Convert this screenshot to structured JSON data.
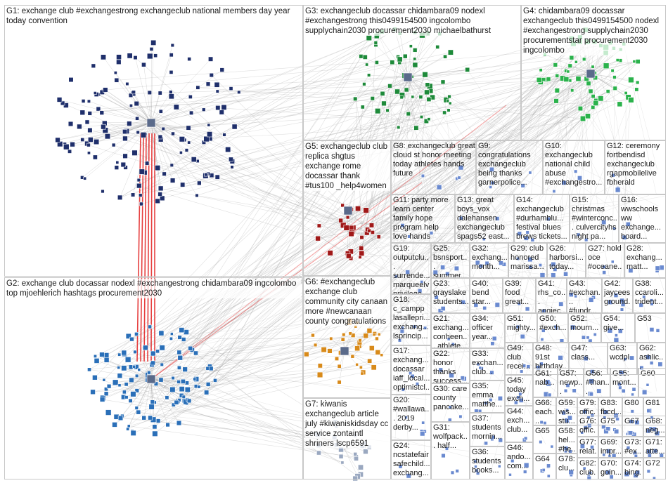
{
  "groups": [
    {
      "id": "G1",
      "label": "G1: exchange club #exchangestrong exchangeclub national members day year today convention"
    },
    {
      "id": "G2",
      "label": "G2: exchange club docassar nodexl #exchangestrong chidambara09 ingcolombo top mjoehlerich hashtags procurement2030"
    },
    {
      "id": "G3",
      "label": "G3: exchangeclub docassar chidambara09 nodexl #exchangestrong this0499154500 ingcolombo supplychain2030 procurement2030 michaelbathurst"
    },
    {
      "id": "G4",
      "label": "G4: chidambara09 docassar exchangeclub this0499154500 nodexl #exchangestrong supplychain2030 procurementstar procurement2030 ingcolombo"
    },
    {
      "id": "G5",
      "label": "G5: exchangeclub club replica shgtus exchange rome docassar thank #tus100 _help4women"
    },
    {
      "id": "G6",
      "label": "G6: #exchangeclub exchange club community city canaan more #newcanaan county congratulations"
    },
    {
      "id": "G7",
      "label": "G7: kiwanis exchangeclub article july #kiwaniskidsday cc service zontaintl shriners lscp6591"
    },
    {
      "id": "G8",
      "label": "G8: exchangeclub great cloud st honor meeting today athletes hands future"
    },
    {
      "id": "G9",
      "label": "G9: congratulations exchangeclub being thanks garnerpolice..."
    },
    {
      "id": "G10",
      "label": "G10: exchangeclub national child abuse #exchangestro..."
    },
    {
      "id": "G11",
      "label": "G11: party more learn center family hope program help love hands"
    },
    {
      "id": "G12",
      "label": "G12: ceremony fortbendisd exchangeclub rgapmobilelive fbherald"
    },
    {
      "id": "G13",
      "label": "G13: great boys_vox dalehansen exchangeclub spags52 east..."
    },
    {
      "id": "G14",
      "label": "G14: exchangeclub #durhamblu... festival blues brews tickets..."
    },
    {
      "id": "G15",
      "label": "G15: christmas #winterconc... culvercityhs night pa..."
    },
    {
      "id": "G16",
      "label": "G16: wwschools ww exchange... board..."
    },
    {
      "id": "G17",
      "label": "G17: exchang... docassar iaff_local... optimistcl..."
    },
    {
      "id": "G18",
      "label": "G18: c_campp lasallepri... exchang... lsprincip..."
    },
    {
      "id": "G19",
      "label": "G19: outputclu... surrende... marqueelv privilege..."
    },
    {
      "id": "G20",
      "label": "G20: #wallawa... 2019 derby..."
    },
    {
      "id": "G21",
      "label": "G21: exchang... conheen... athlete..."
    },
    {
      "id": "G22",
      "label": "G22: honor thanks success..."
    },
    {
      "id": "G23",
      "label": "G23: grayslake students..."
    },
    {
      "id": "G24",
      "label": "G24: ncstatefair safechild... exchang..."
    },
    {
      "id": "G25",
      "label": "G25: bsnsport... summer..."
    },
    {
      "id": "G26",
      "label": "G26: harborsi... today..."
    },
    {
      "id": "G27",
      "label": "G27: hold oce #oceane..."
    },
    {
      "id": "G28",
      "label": "G28: exchang... matt..."
    },
    {
      "id": "G29",
      "label": "G29: club honored marissa..."
    },
    {
      "id": "G30",
      "label": "G30: care county pancake..."
    },
    {
      "id": "G31",
      "label": "G31: wolfpack... half..."
    },
    {
      "id": "G32",
      "label": "G32: exchang... month..."
    },
    {
      "id": "G33",
      "label": "G33: exchan... club..."
    },
    {
      "id": "G34",
      "label": "G34: officer year..."
    },
    {
      "id": "G35",
      "label": "G35: emma matthe..."
    },
    {
      "id": "G36",
      "label": "G36: students books..."
    },
    {
      "id": "G37",
      "label": "G37: students mornin..."
    },
    {
      "id": "G38",
      "label": "G38: ccaroli... trident..."
    },
    {
      "id": "G39",
      "label": "G39: food great..."
    },
    {
      "id": "G40",
      "label": "G40: bend star..."
    },
    {
      "id": "G41",
      "label": "G41: rhs_co... angiec..."
    },
    {
      "id": "G42",
      "label": "G42: jaycees ground..."
    },
    {
      "id": "G43",
      "label": "G43: #exchan... #fundr..."
    },
    {
      "id": "G44",
      "label": "G44: exch... club..."
    },
    {
      "id": "G45",
      "label": "G45: today exch..."
    },
    {
      "id": "G46",
      "label": "G46: ando... com..."
    },
    {
      "id": "G47",
      "label": "G47: class..."
    },
    {
      "id": "G48",
      "label": "G48: 91st birthday..."
    },
    {
      "id": "G49",
      "label": "G49: club recei..."
    },
    {
      "id": "G50",
      "label": "G50: #exch..."
    },
    {
      "id": "G51",
      "label": "G51: mighty..."
    },
    {
      "id": "G52",
      "label": "G52: mourn..."
    },
    {
      "id": "G53",
      "label": "G53"
    },
    {
      "id": "G54",
      "label": "G54: give..."
    },
    {
      "id": "G55",
      "label": "G55: mont..."
    },
    {
      "id": "G56",
      "label": "G56: #than..."
    },
    {
      "id": "G57",
      "label": "G57: newp..."
    },
    {
      "id": "G58",
      "label": "G58: hel... #he..."
    },
    {
      "id": "G59",
      "label": "G59: wis... stu..."
    },
    {
      "id": "G60",
      "label": "G60"
    },
    {
      "id": "G61",
      "label": "G61: nab..."
    },
    {
      "id": "G62",
      "label": "G62: ashlic..."
    },
    {
      "id": "G63",
      "label": "G63: wcdpl"
    },
    {
      "id": "G64",
      "label": "G64"
    },
    {
      "id": "G65",
      "label": "G65"
    },
    {
      "id": "G66",
      "label": "G66: each..."
    },
    {
      "id": "G67",
      "label": "G67"
    },
    {
      "id": "G68",
      "label": "G68: neg..."
    },
    {
      "id": "G69",
      "label": "G69: impr..."
    },
    {
      "id": "G70",
      "label": "G70: goin..."
    },
    {
      "id": "G71",
      "label": "G71: atte..."
    },
    {
      "id": "G72",
      "label": "G72"
    },
    {
      "id": "G73",
      "label": "G73: #ex..."
    },
    {
      "id": "G74",
      "label": "G74: bing..."
    },
    {
      "id": "G75",
      "label": "G75"
    },
    {
      "id": "G76",
      "label": "G76: offic..."
    },
    {
      "id": "G77",
      "label": "G77: relat..."
    },
    {
      "id": "G78",
      "label": "G78: clu..."
    },
    {
      "id": "G79",
      "label": "G79: offic..."
    },
    {
      "id": "G80",
      "label": "G80"
    },
    {
      "id": "G81",
      "label": "G81"
    },
    {
      "id": "G82",
      "label": "G82: club..."
    },
    {
      "id": "G83",
      "label": "G83: fbcd..."
    }
  ],
  "colors": {
    "edge": "#8c8c8c",
    "edge_strong": "#e01010",
    "g1_node": "#1f2f6b",
    "g2_node": "#2a6fb8",
    "g3_node": "#1e8a3a",
    "g4_node": "#2bb24c",
    "g5_node": "#a01818",
    "g6_node": "#d88a1a",
    "g7_node": "#9aa8c0",
    "misc_node": "#6a8ad0"
  }
}
